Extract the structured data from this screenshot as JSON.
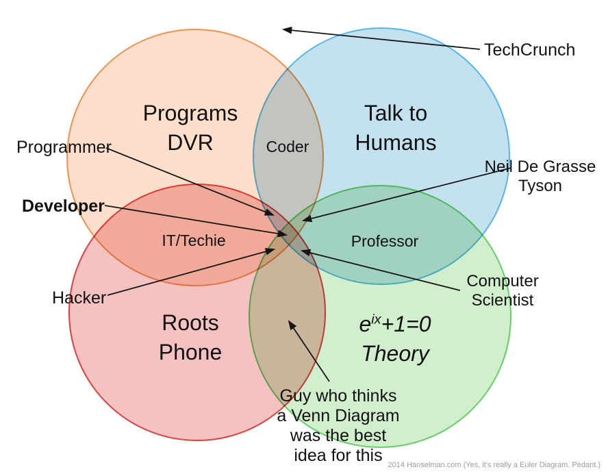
{
  "diagram": {
    "circles": {
      "programs_dvr": {
        "lines": [
          "Programs",
          "DVR"
        ],
        "fill": "#FBDFCB",
        "stroke": "#F0914E"
      },
      "talk_to_humans": {
        "lines": [
          "Talk to",
          "Humans"
        ],
        "fill": "#C4E1F0",
        "stroke": "#56B5E8"
      },
      "roots_phone": {
        "lines": [
          "Roots",
          "Phone"
        ],
        "fill": "#F5C2C2",
        "stroke": "#E43D3D"
      },
      "theory": {
        "formula_base": "e",
        "formula_sup": "ix",
        "formula_rest": "+1=0",
        "line2": "Theory",
        "fill": "#D1EECD",
        "stroke": "#62D162"
      }
    },
    "overlap_labels": {
      "coder": "Coder",
      "it_techie": "IT/Techie",
      "professor": "Professor"
    },
    "callouts": {
      "programmer": "Programmer",
      "developer": "Developer",
      "hacker": "Hacker",
      "techcrunch": "TechCrunch",
      "neil_lines": [
        "Neil De Grasse",
        "Tyson"
      ],
      "computer_scientist_lines": [
        "Computer",
        "Scientist"
      ],
      "venn_guy_lines": [
        "Guy who thinks",
        "a Venn Diagram",
        "was the best",
        "idea for this"
      ]
    },
    "footer_credit": "2014 Hanselman.com (Yes, it's really a Euler Diagram. Pedant.)",
    "arrow_color": "#151515"
  }
}
